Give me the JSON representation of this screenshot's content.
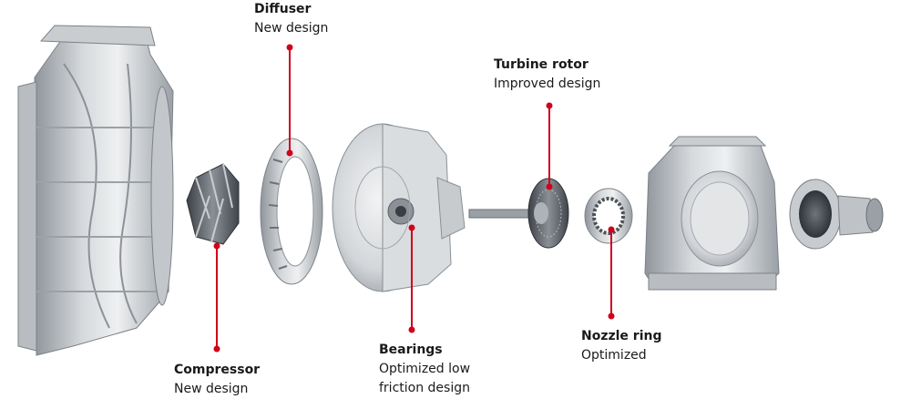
{
  "accent_color": "#d0021b",
  "callouts": {
    "diffuser": {
      "title": "Diffuser",
      "sub_lines": [
        "New design"
      ]
    },
    "turbine_rotor": {
      "title": "Turbine rotor",
      "sub_lines": [
        "Improved design"
      ]
    },
    "compressor": {
      "title": "Compressor",
      "sub_lines": [
        "New design"
      ]
    },
    "bearings": {
      "title": "Bearings",
      "sub_lines": [
        "Optimized low",
        "friction design"
      ]
    },
    "nozzle_ring": {
      "title": "Nozzle ring",
      "sub_lines": [
        "Optimized"
      ]
    }
  },
  "components": [
    {
      "name": "compressor-housing"
    },
    {
      "name": "compressor-wheel"
    },
    {
      "name": "diffuser"
    },
    {
      "name": "bearing-housing"
    },
    {
      "name": "turbine-rotor"
    },
    {
      "name": "nozzle-ring"
    },
    {
      "name": "turbine-casing"
    },
    {
      "name": "gas-outlet"
    }
  ]
}
